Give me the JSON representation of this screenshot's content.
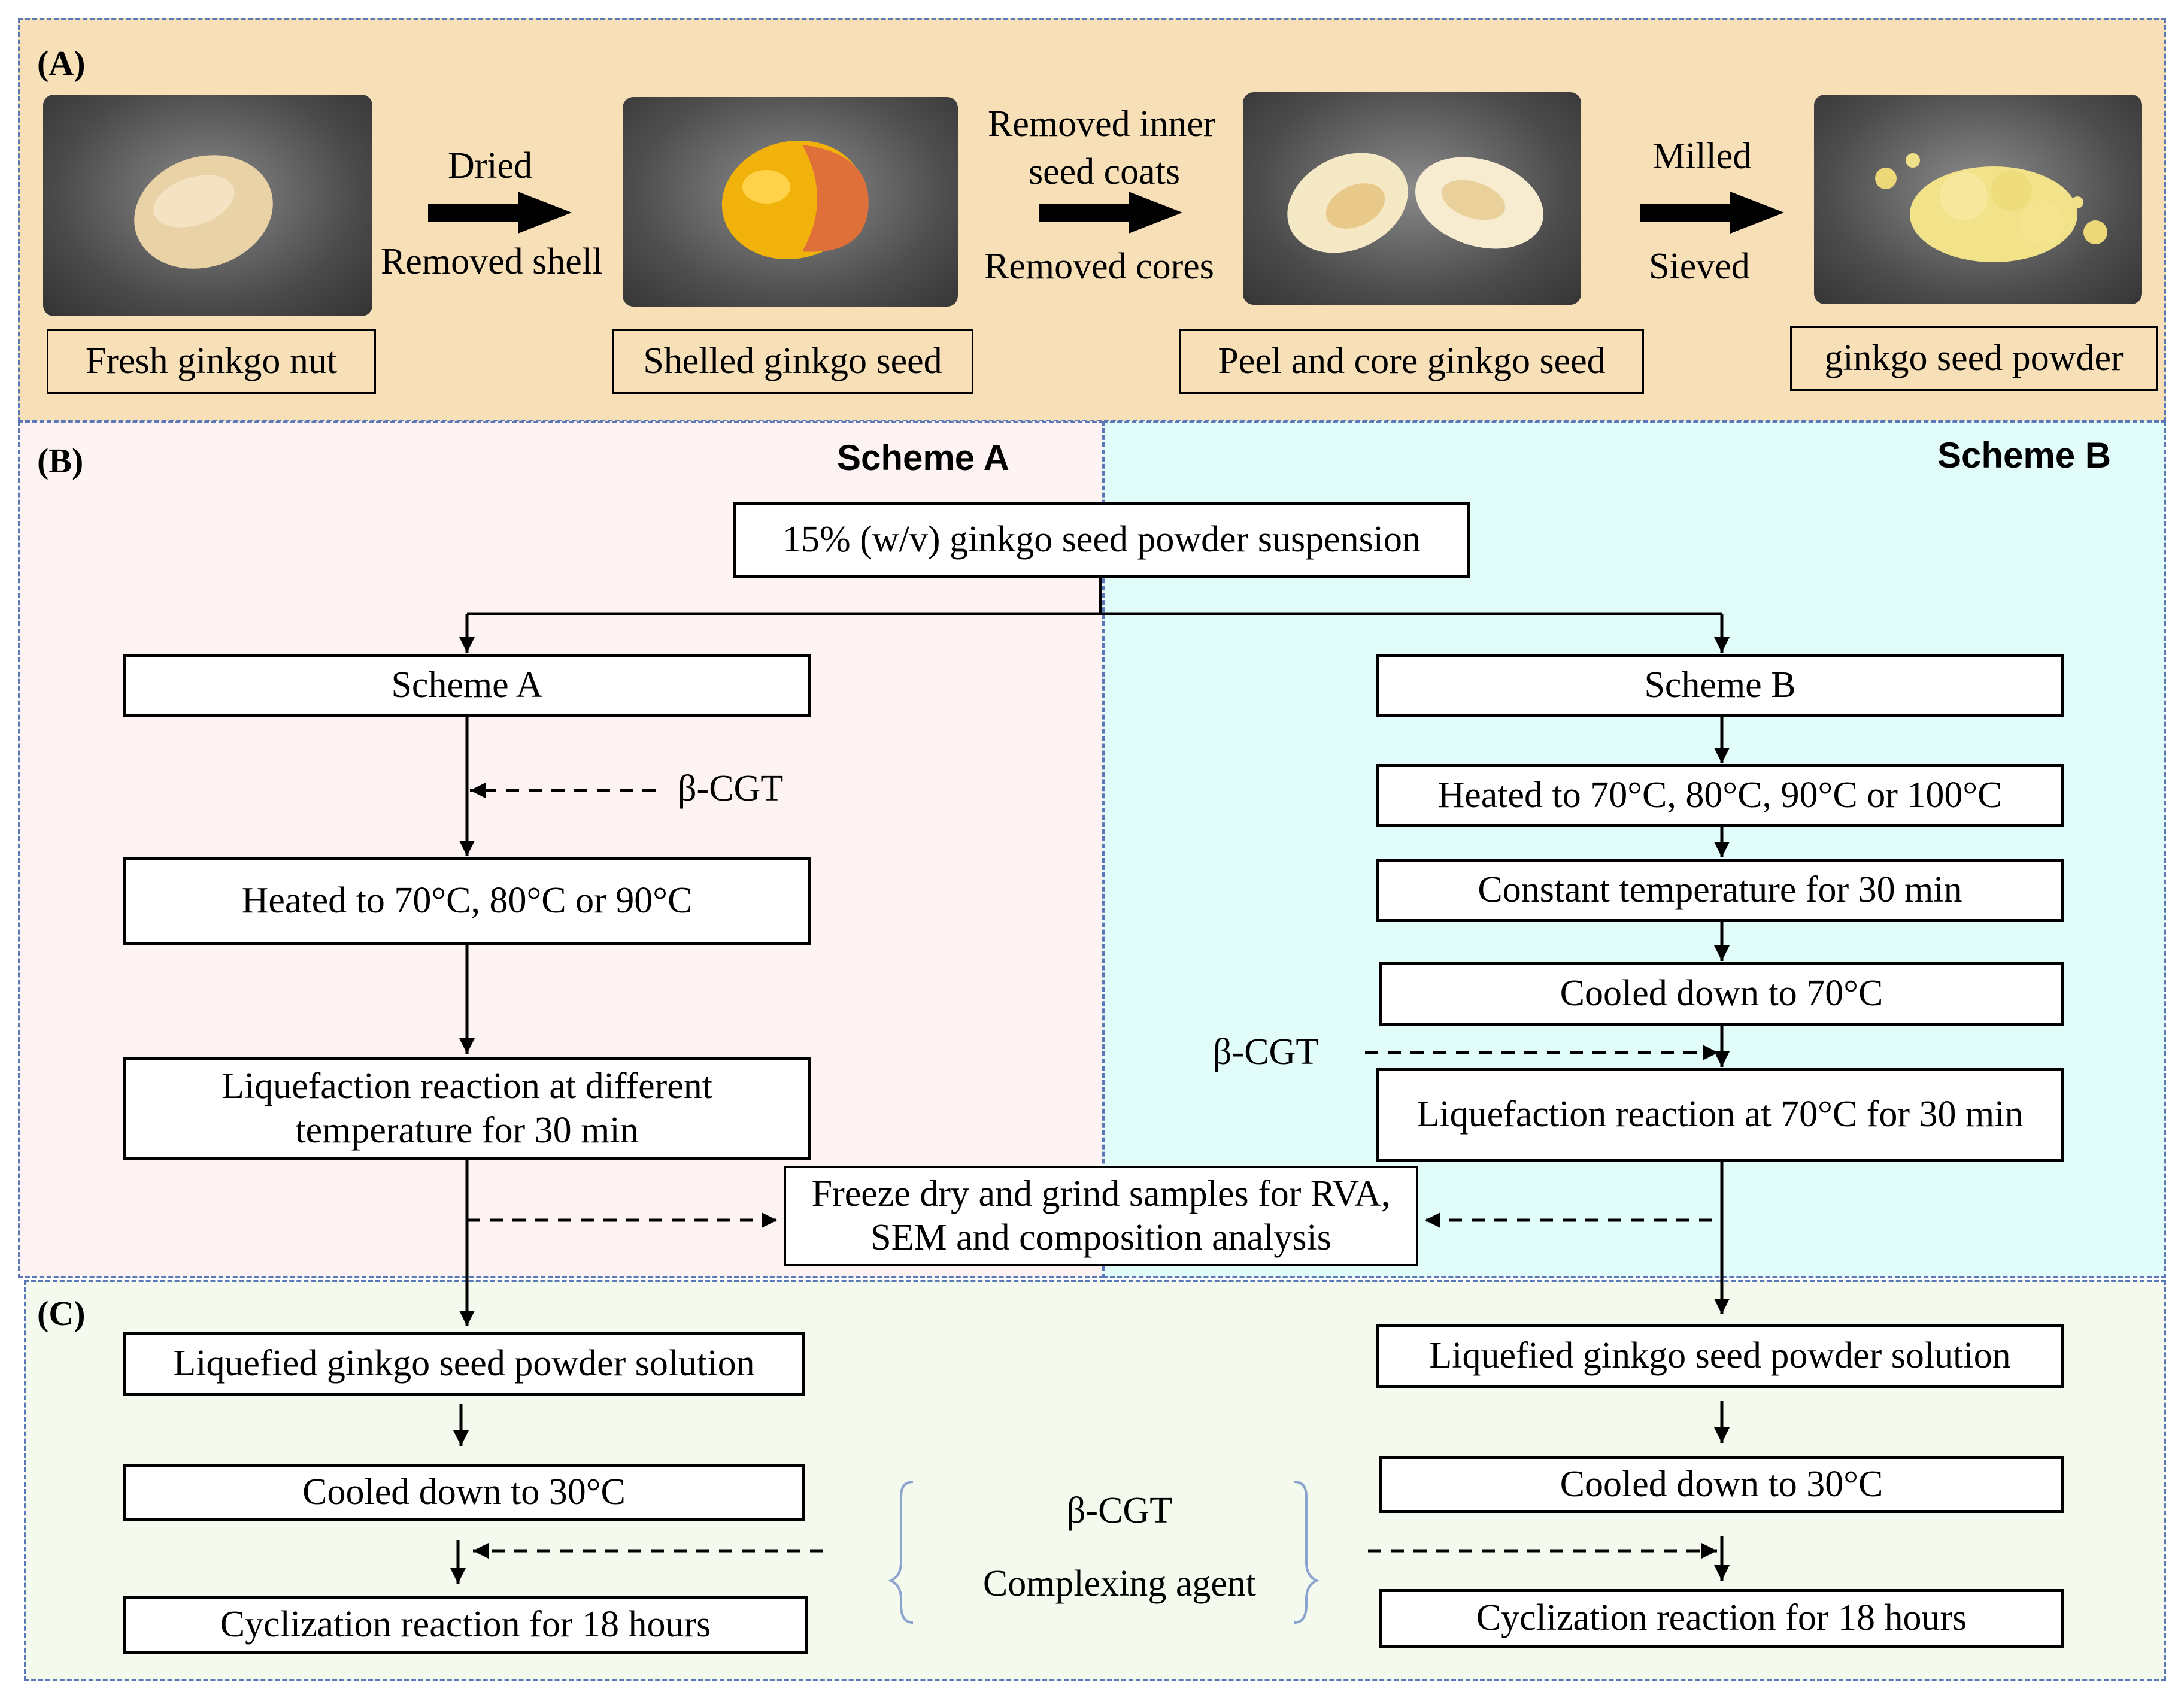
{
  "panel_a": {
    "label": "(A)",
    "items": [
      {
        "caption": "Fresh ginkgo nut",
        "image": "fresh-ginkgo-nut-photo"
      },
      {
        "caption": "Shelled ginkgo seed",
        "image": "shelled-ginkgo-seed-photo"
      },
      {
        "caption": "Peel and core ginkgo seed",
        "image": "peeled-cored-ginkgo-seed-photo"
      },
      {
        "caption": "ginkgo seed powder",
        "image": "ginkgo-seed-powder-photo"
      }
    ],
    "steps": [
      {
        "top": "Dried",
        "bottom": "Removed shell"
      },
      {
        "top_line1": "Removed inner",
        "top_line2": "seed coats",
        "bottom": "Removed cores"
      },
      {
        "top": "Milled",
        "bottom": "Sieved"
      }
    ]
  },
  "panel_b": {
    "label": "(B)",
    "heading_a": "Scheme A",
    "heading_b": "Scheme B",
    "start": "15% (w/v) ginkgo seed powder suspension",
    "scheme_a": {
      "title": "Scheme A",
      "enzyme": "β-CGT",
      "heat": "Heated to 70°C, 80°C or 90°C",
      "liquefaction": "Liquefaction reaction  at different temperature for 30 min"
    },
    "scheme_b": {
      "title": "Scheme B",
      "heat": "Heated to 70°C, 80°C, 90°C or 100°C",
      "hold": "Constant temperature for 30 min",
      "cool": "Cooled down to 70°C",
      "enzyme": "β-CGT",
      "liquefaction": "Liquefaction reaction at 70°C for 30 min"
    },
    "analysis": "Freeze dry and grind samples for RVA, SEM and composition analysis"
  },
  "panel_c": {
    "label": "(C)",
    "left": {
      "solution": "Liquefied ginkgo seed powder solution",
      "cool": "Cooled down to 30°C",
      "cyclization": "Cyclization reaction  for 18 hours"
    },
    "right": {
      "solution": "Liquefied ginkgo seed powder solution",
      "cool": "Cooled down to 30°C",
      "cyclization": "Cyclization reaction  for 18 hours"
    },
    "additives": {
      "enzyme": "β-CGT",
      "agent": "Complexing agent"
    }
  },
  "colors": {
    "panel_a_bg": "#f7dfb8",
    "scheme_a_bg": "#fdf3f3",
    "scheme_b_bg": "#e2fcfa",
    "panel_c_bg": "#f5faee",
    "border": "#5a78b8",
    "brace": "#8aa3cf"
  }
}
